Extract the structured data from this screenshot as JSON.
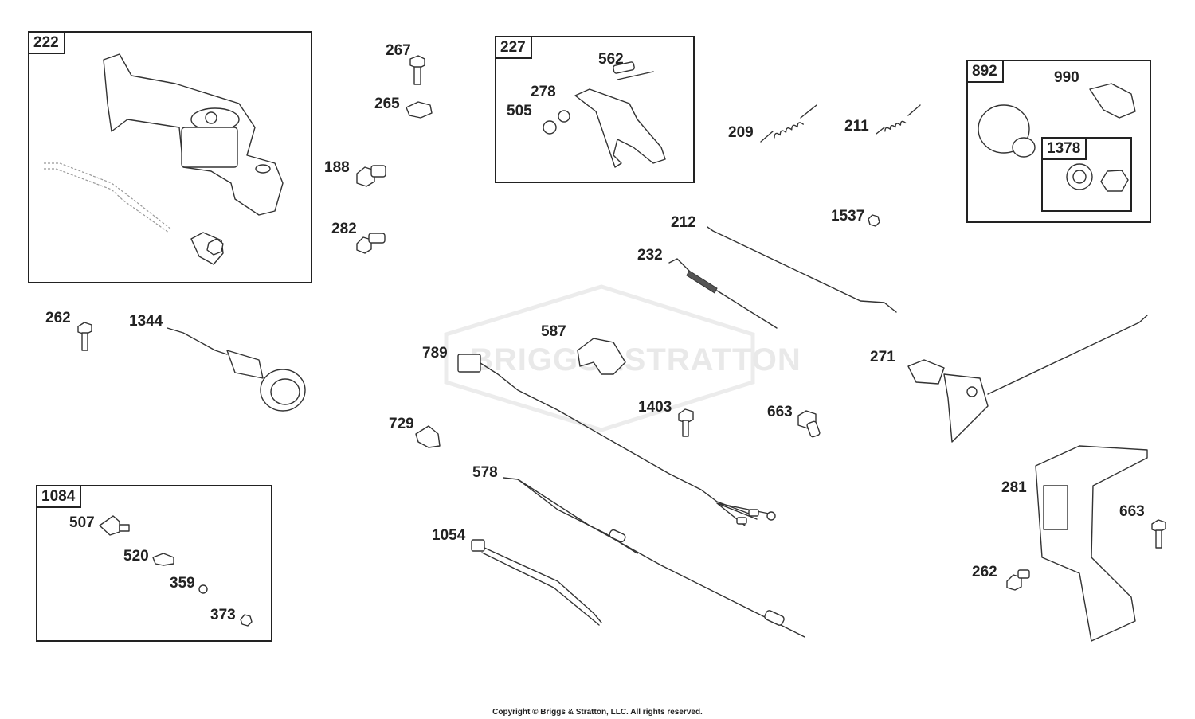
{
  "watermark": "BRIGGS&STRATTON",
  "copyright": "Copyright © Briggs & Stratton, LLC. All rights reserved.",
  "boxes": {
    "b222": "222",
    "b227": "227",
    "b892": "892",
    "b1378": "1378",
    "b1084": "1084"
  },
  "labels": {
    "p267": "267",
    "p265": "265",
    "p188": "188",
    "p282": "282",
    "p562": "562",
    "p278": "278",
    "p505": "505",
    "p209": "209",
    "p211": "211",
    "p990": "990",
    "p212": "212",
    "p1537": "1537",
    "p232": "232",
    "p262a": "262",
    "p1344": "1344",
    "p587": "587",
    "p789": "789",
    "p271": "271",
    "p1403": "1403",
    "p663a": "663",
    "p729": "729",
    "p578": "578",
    "p281": "281",
    "p663b": "663",
    "p1054": "1054",
    "p262b": "262",
    "p507": "507",
    "p520": "520",
    "p359": "359",
    "p373": "373"
  }
}
